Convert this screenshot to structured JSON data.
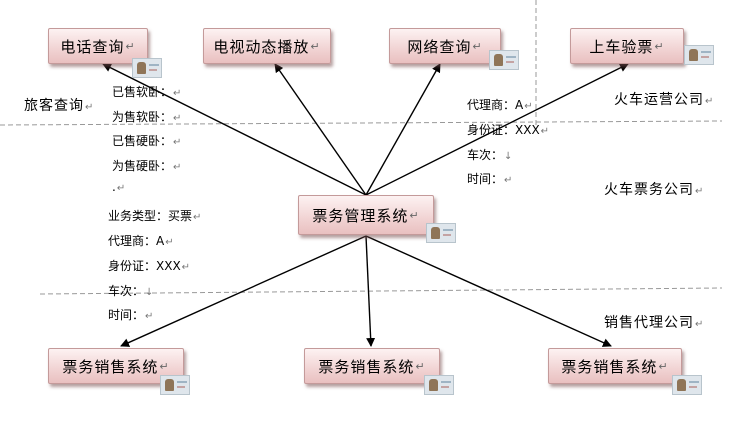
{
  "nodes": {
    "phone_query": "电话查询",
    "tv_broadcast": "电视动态播放",
    "network_query": "网络查询",
    "boarding_check": "上车验票",
    "ticket_management": "票务管理系统",
    "sales_system_1": "票务销售系统",
    "sales_system_2": "票务销售系统",
    "sales_system_3": "票务销售系统"
  },
  "regions": {
    "passenger_query": "旅客查询",
    "train_operations": "火车运营公司",
    "ticketing_company": "火车票务公司",
    "sales_agency": "销售代理公司"
  },
  "query_info": [
    "已售软卧：",
    "为售软卧：",
    "已售硬卧：",
    "为售硬卧：",
    "."
  ],
  "sales_info": [
    "业务类型：买票",
    "代理商：A",
    "身份证：XXX",
    "车次：",
    "时间："
  ],
  "check_info": [
    "代理商：A",
    "身份证：XXX",
    "车次：",
    "时间："
  ],
  "marks": {
    "para": "↵",
    "down": "↓"
  }
}
